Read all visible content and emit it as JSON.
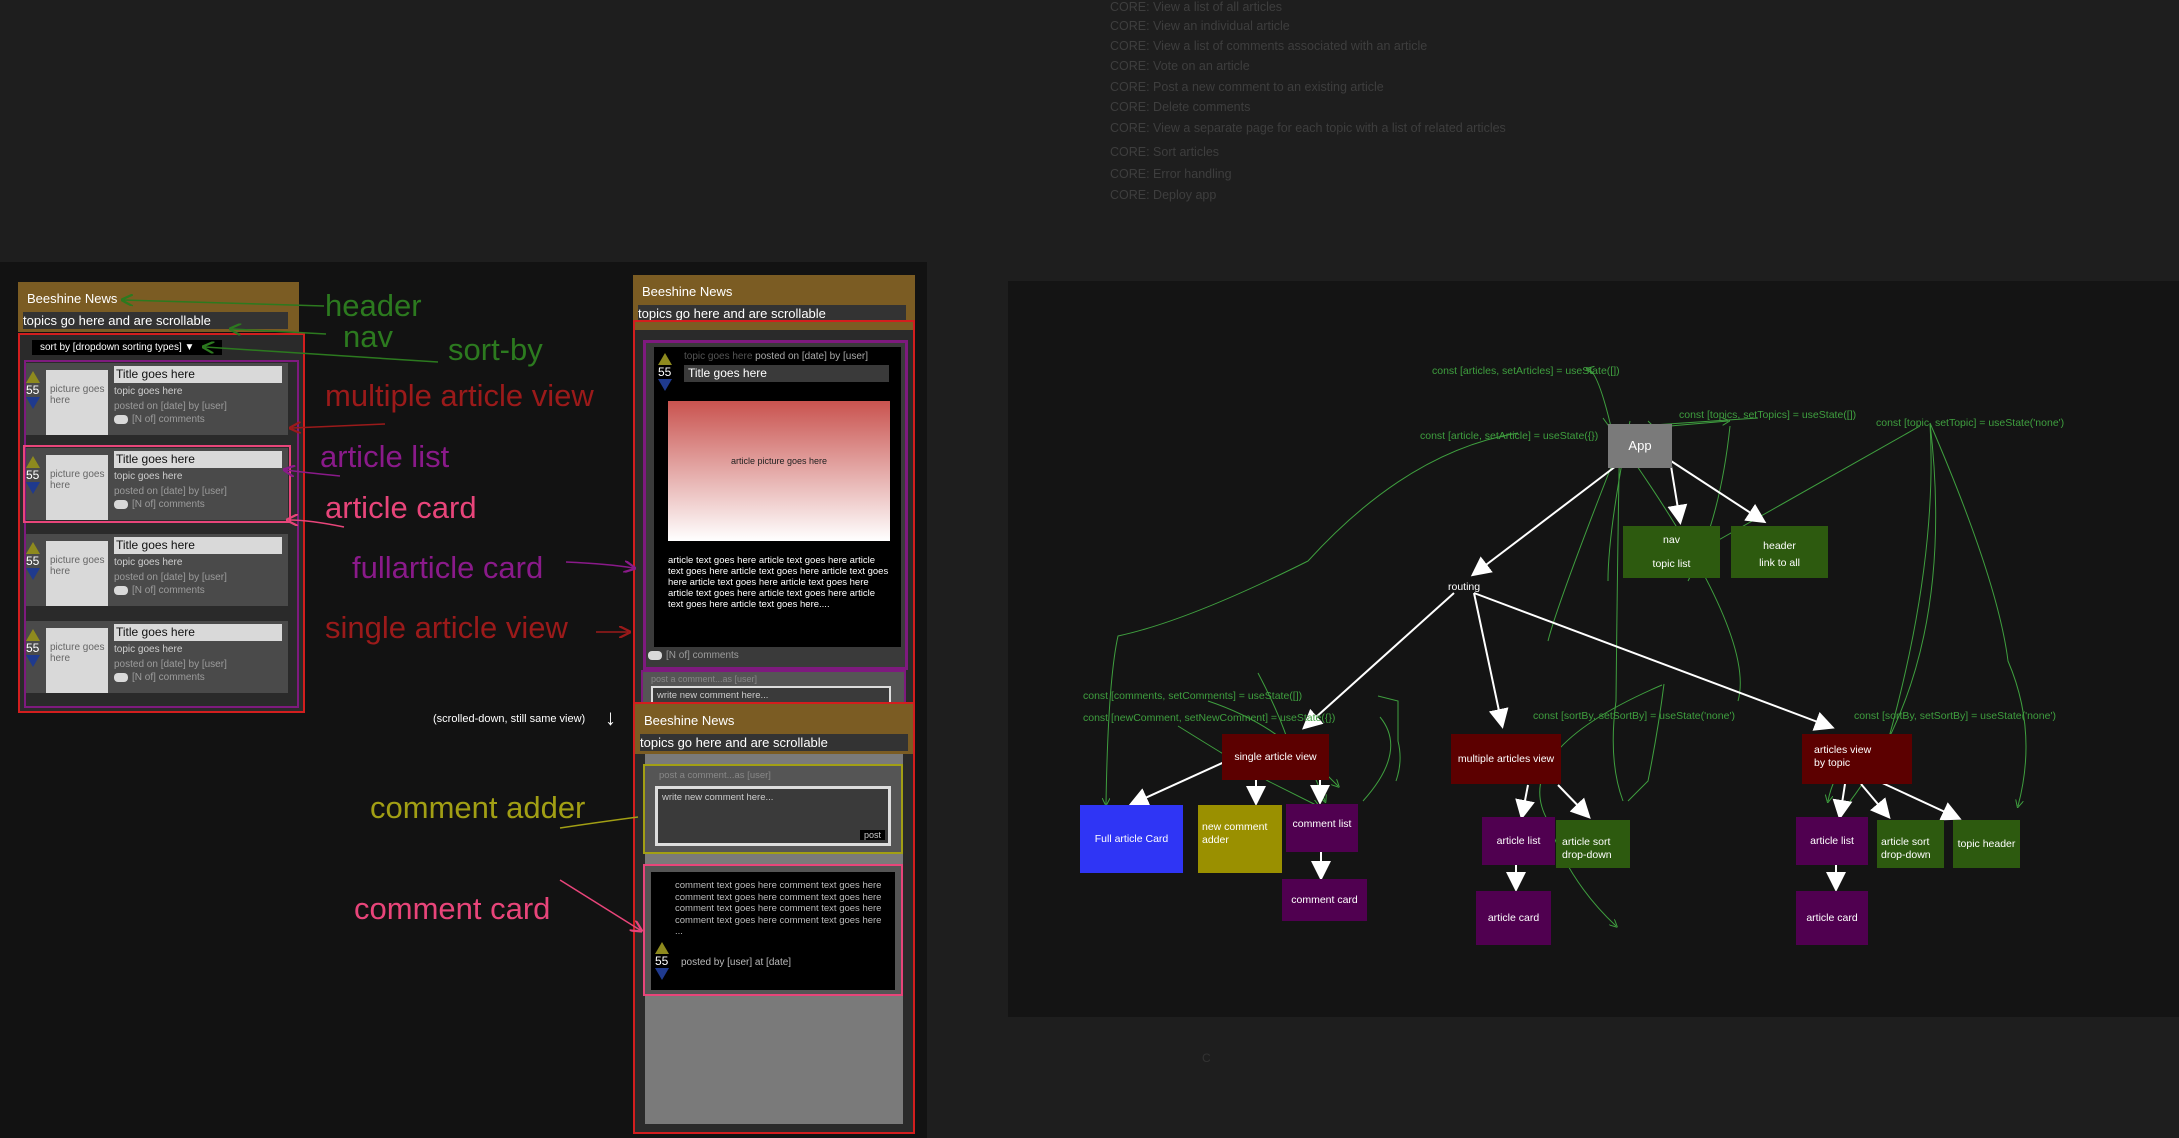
{
  "requirements": [
    "CORE: View a list of all articles",
    "CORE: View an individual article",
    "CORE: View a list of comments associated with an article",
    "CORE: Vote on an article",
    "CORE: Post a new comment to an existing article",
    "CORE: Delete comments",
    "CORE: View a separate page for each topic with a list of related articles",
    "CORE: Sort articles",
    "CORE: Error handling",
    "CORE: Deploy app"
  ],
  "wireframe": {
    "brand": "Beeshine News",
    "nav_text": "topics go here and are scrollable",
    "sort_label": "sort by [dropdown sorting types]",
    "sort_arrow": "▼",
    "thumb_text": "picture goes here",
    "card_title": "Title goes here",
    "card_topic": "topic goes here",
    "card_posted": "posted on [date] by [user]",
    "card_comments": "[N of] comments",
    "vote_count": "55",
    "full_topic": "topic goes here",
    "full_posted": "posted on [date] by [user]",
    "article_picture": "article picture goes here",
    "article_text": "article text goes here article text goes here article text goes here article text goes here article text goes here article text goes here article text goes here article text goes here article text goes here article text goes here article text goes here....",
    "comments_count": "[N of] comments",
    "comment_prompt": "post a comment...as [user]",
    "new_comment_placeholder": "write new comment here...",
    "post_button": "post",
    "comment_text": "comment text goes here comment text goes here comment text goes here comment text goes here comment text goes here comment text goes here comment text goes here comment text goes here ...",
    "comment_meta": "posted  by [user] at [date]",
    "scroll_note": "(scrolled-down, still same view)"
  },
  "annotations": {
    "header": "header",
    "nav": "nav",
    "sort_by": "sort-by",
    "multiple_article_view": "multiple article view",
    "article_list": "article list",
    "article_card": "article card",
    "fullarticle_card": "fullarticle card",
    "single_article_view": "single article view",
    "comment_adder": "comment adder",
    "comment_card": "comment card",
    "colors": {
      "green": "#2c7a1f",
      "lightgreen": "#5f8a2e",
      "red": "#9b1a1a",
      "purple": "#8a1a8a",
      "pink": "#e8457a",
      "olive": "#a29f14"
    }
  },
  "component_tree": {
    "app": "App",
    "nav": [
      "nav",
      "topic list"
    ],
    "header": [
      "header",
      "link to  all"
    ],
    "routing": "routing",
    "single_article_view": "single article view",
    "multiple_articles_view": "multiple articles view",
    "articles_view_by_topic": [
      "articles view",
      "by topic"
    ],
    "full_article_card": "Full article Card",
    "new_comment_adder": [
      "new comment",
      "adder"
    ],
    "comment_list": "comment list",
    "comment_card": "comment card",
    "article_list": "article list",
    "article_sort": [
      "article sort",
      "drop-down"
    ],
    "article_card": "article card",
    "topic_header": "topic header",
    "state_articles": "const [articles, setArticles] = useState([])",
    "state_article": "const [article, setArticle] = useState({})",
    "state_topics": "const [topics, setTopics] = useState([])",
    "state_topic": "const [topic, setTopic] = useState('none')",
    "state_comments": "const [comments, setComments] = useState([])",
    "state_new_comment": "const [newComment, setNewComment] = useState({})",
    "state_sort_multi": "const [sortBy, setSortBy] = useState('none')",
    "state_sort_topic": "const [sortBy, setSortBy] = useState('none')",
    "colors": {
      "app": "#7a7a7a",
      "green": "#2d5a0f",
      "darkred": "#5c0000",
      "purple": "#500050",
      "blue": "#2f35f5",
      "olive": "#9a9000",
      "code": "#3f9f3f"
    }
  },
  "footer_mark": "C"
}
